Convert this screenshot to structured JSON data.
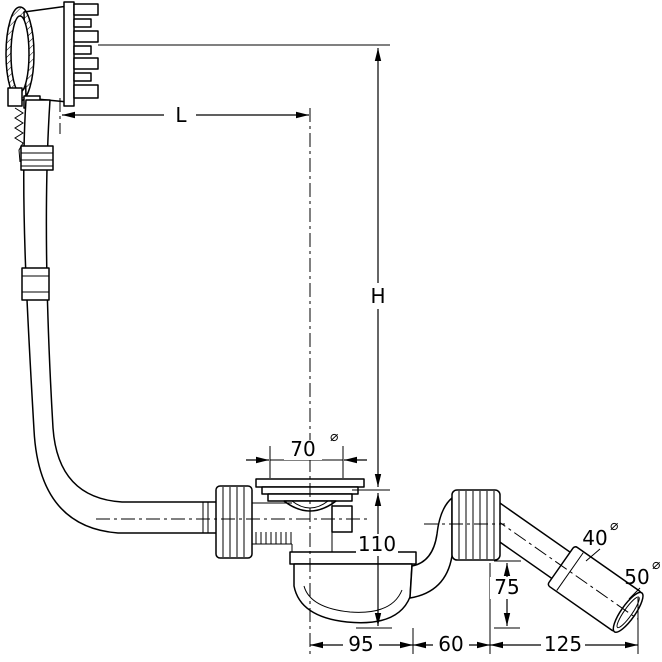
{
  "drawing": {
    "background_color": "#ffffff",
    "line_color": "#000000",
    "description": "Dimensioned technical line drawing of a bath waste-and-overflow set: overflow fitting with flexible pipe, bowl odour trap with strainer, and 45-degree angled outlet"
  },
  "dimensions": {
    "length": {
      "label": "L"
    },
    "height": {
      "label": "H"
    },
    "strainer_diameter": {
      "value": "70",
      "dia": "⌀"
    },
    "trap_depth": {
      "value": "110"
    },
    "center_to_trap_edge": {
      "value": "95"
    },
    "trap_to_outlet": {
      "value": "60"
    },
    "outlet_drop": {
      "value": "75"
    },
    "outlet_reach": {
      "value": "125"
    },
    "outlet_bore": {
      "value": "40",
      "dia": "⌀"
    },
    "outlet_socket": {
      "value": "50",
      "dia": "⌀"
    }
  }
}
